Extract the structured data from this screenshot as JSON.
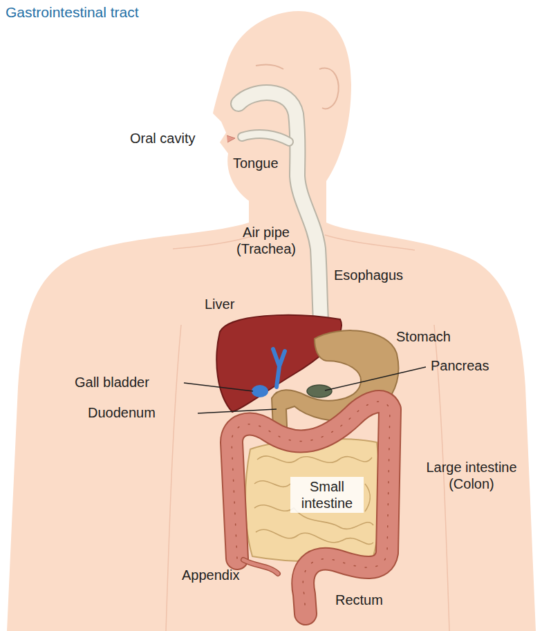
{
  "diagram": {
    "title": "Gastrointestinal tract",
    "labels": [
      "Oral cavity",
      "Tongue",
      "Air pipe (Trachea)",
      "Esophagus",
      "Liver",
      "Stomach",
      "Pancreas",
      "Gall bladder",
      "Duodenum",
      "Small intestine",
      "Large intestine (Colon)",
      "Appendix",
      "Rectum"
    ]
  }
}
